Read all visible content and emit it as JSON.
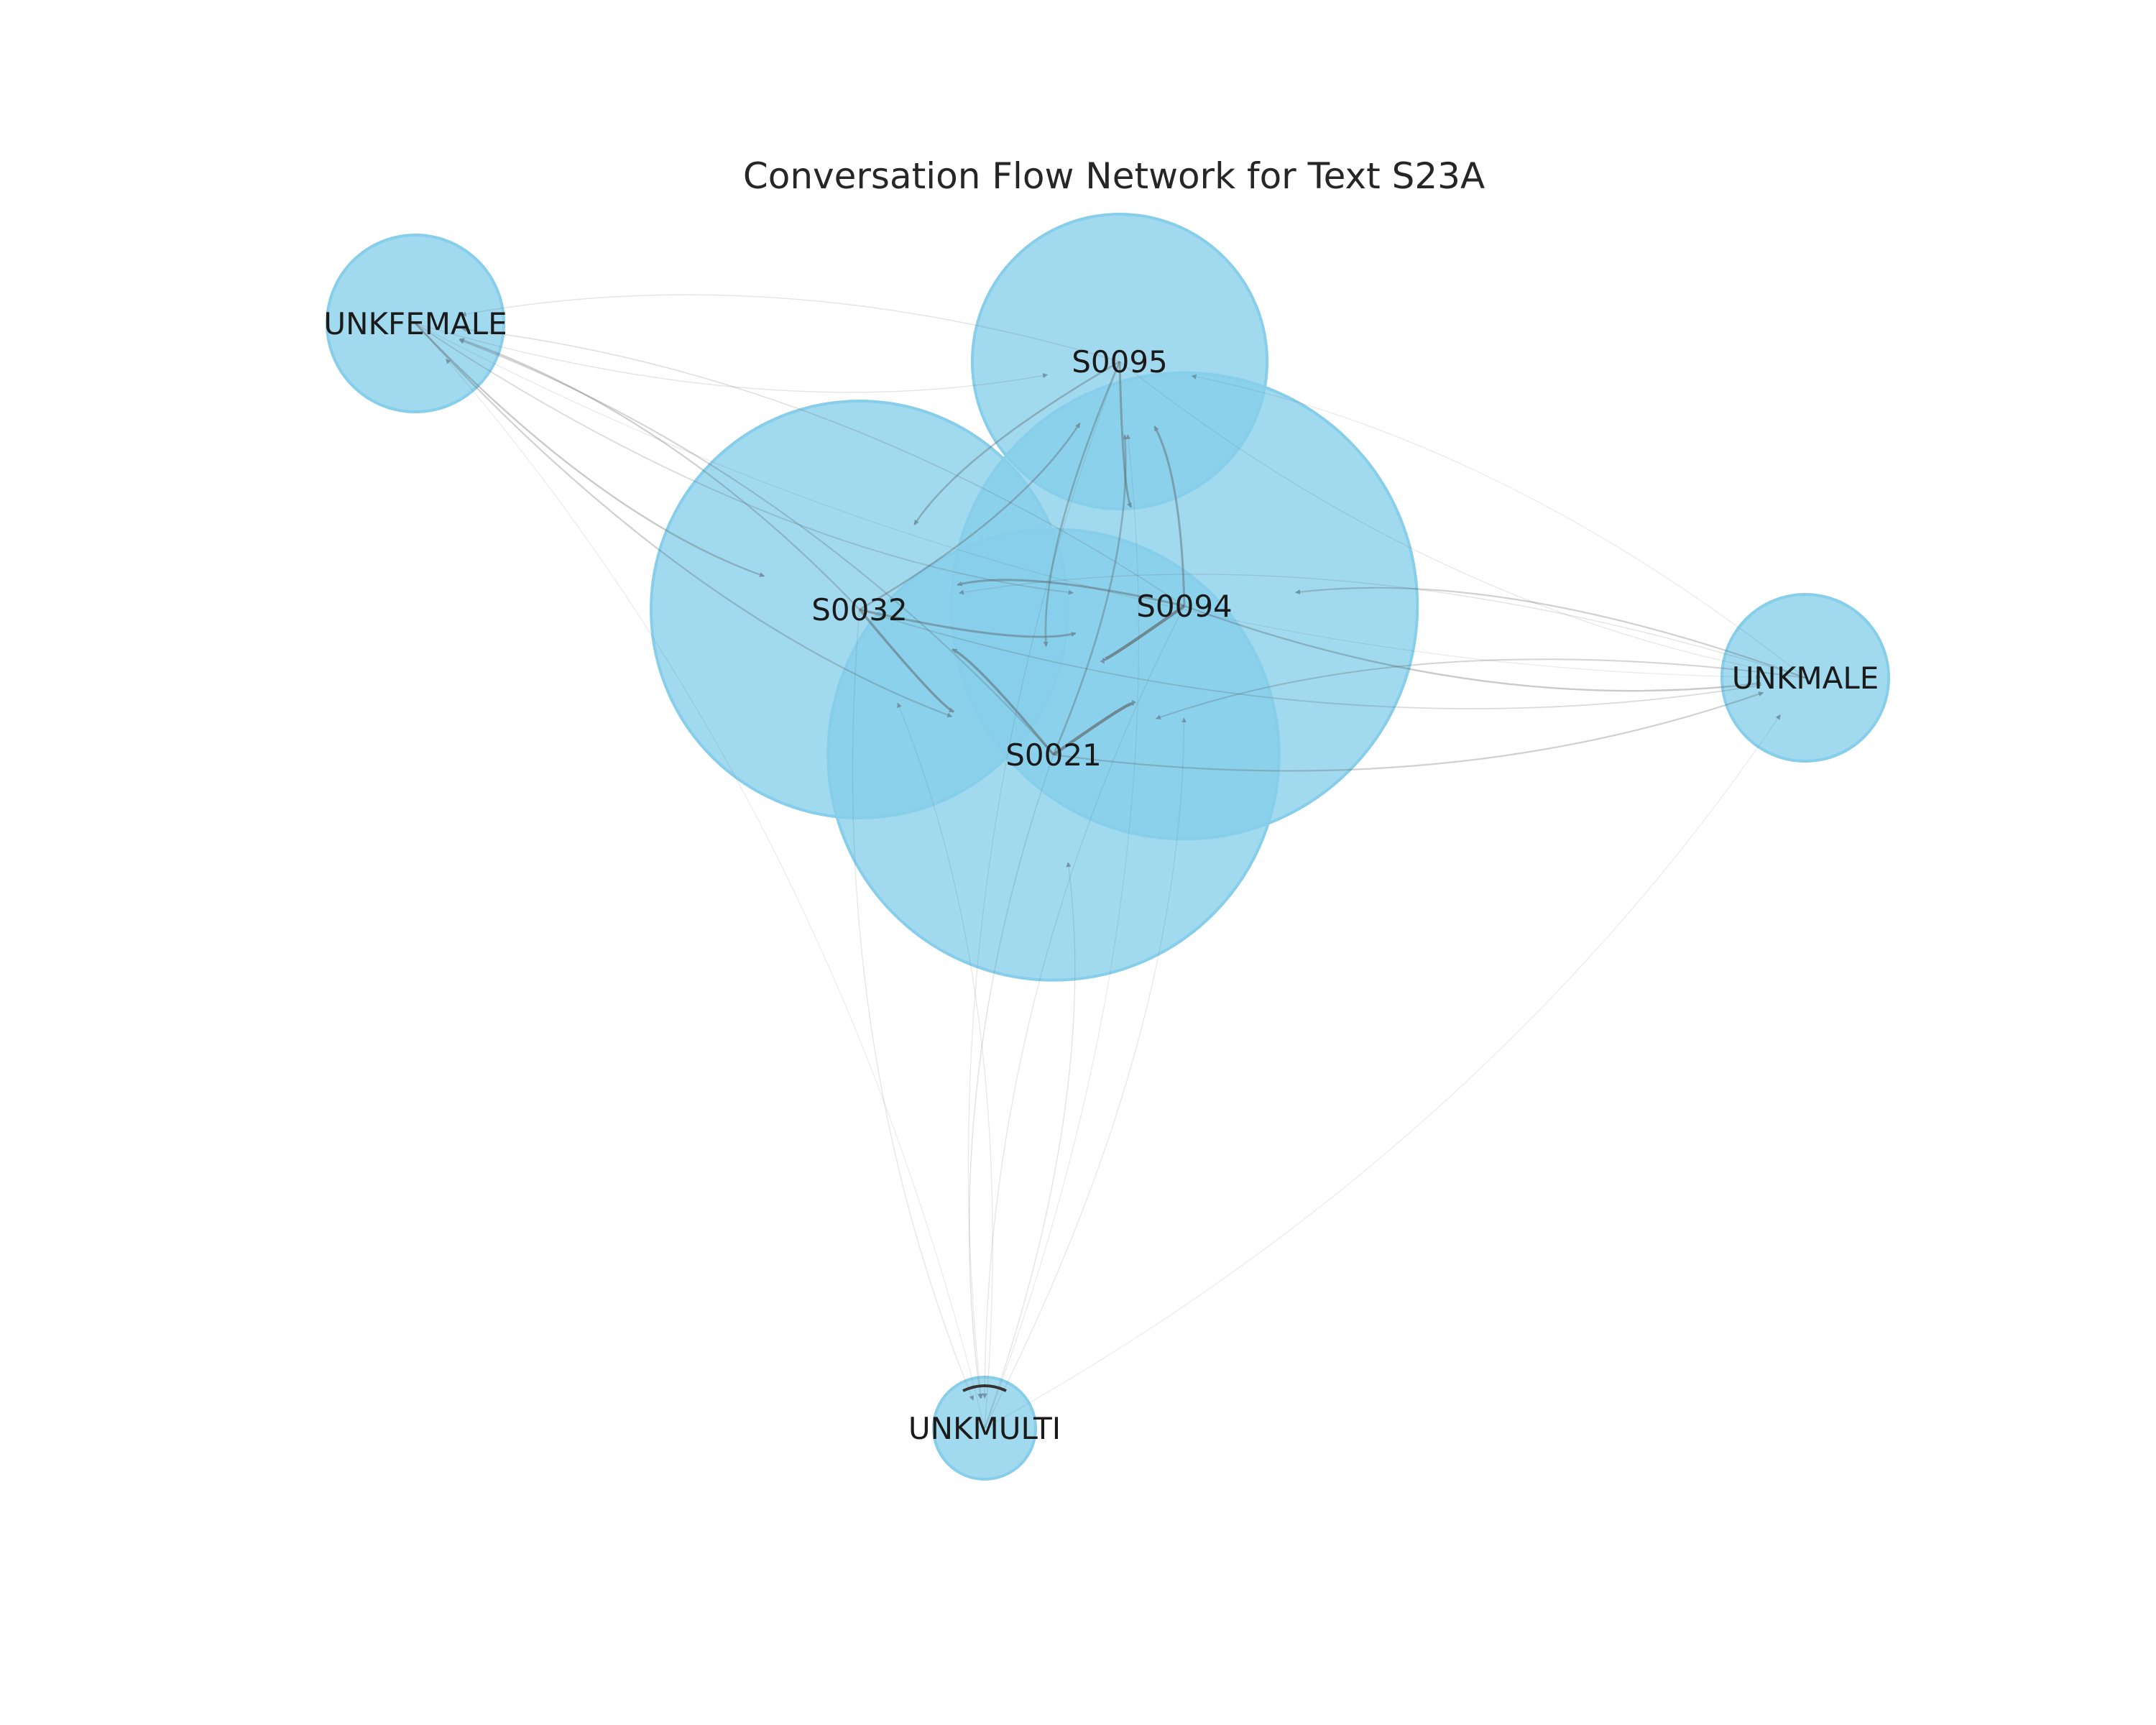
{
  "title": "Conversation Flow Network for Text S23A",
  "colors": {
    "node_fill": "#87CEEB",
    "node_stroke": "#87CEEB",
    "edge": "#555555",
    "arrow": "#6e8fa0",
    "title": "#262626"
  },
  "nodes": [
    {
      "id": "UNKFEMALE",
      "label": "UNKFEMALE",
      "relative_size": 0.18
    },
    {
      "id": "S0095",
      "label": "S0095",
      "relative_size": 0.5
    },
    {
      "id": "S0032",
      "label": "S0032",
      "relative_size": 1.0
    },
    {
      "id": "S0094",
      "label": "S0094",
      "relative_size": 1.25
    },
    {
      "id": "S0021",
      "label": "S0021",
      "relative_size": 1.17
    },
    {
      "id": "UNKMALE",
      "label": "UNKMALE",
      "relative_size": 0.16
    },
    {
      "id": "UNKMULTI",
      "label": "UNKMULTI",
      "relative_size": 0.06
    }
  ],
  "edges": [
    {
      "source": "S0032",
      "target": "S0094",
      "weight": 0.5
    },
    {
      "source": "S0094",
      "target": "S0032",
      "weight": 0.5
    },
    {
      "source": "S0032",
      "target": "S0021",
      "weight": 0.6
    },
    {
      "source": "S0021",
      "target": "S0032",
      "weight": 0.6
    },
    {
      "source": "S0094",
      "target": "S0021",
      "weight": 0.8
    },
    {
      "source": "S0021",
      "target": "S0094",
      "weight": 0.8
    },
    {
      "source": "S0095",
      "target": "S0094",
      "weight": 0.5
    },
    {
      "source": "S0094",
      "target": "S0095",
      "weight": 0.5
    },
    {
      "source": "S0095",
      "target": "S0032",
      "weight": 0.4
    },
    {
      "source": "S0032",
      "target": "S0095",
      "weight": 0.4
    },
    {
      "source": "S0095",
      "target": "S0021",
      "weight": 0.4
    },
    {
      "source": "S0021",
      "target": "S0095",
      "weight": 0.4
    },
    {
      "source": "UNKFEMALE",
      "target": "S0032",
      "weight": 0.35
    },
    {
      "source": "S0032",
      "target": "UNKFEMALE",
      "weight": 0.3
    },
    {
      "source": "UNKFEMALE",
      "target": "S0021",
      "weight": 0.3
    },
    {
      "source": "S0021",
      "target": "UNKFEMALE",
      "weight": 0.25
    },
    {
      "source": "UNKFEMALE",
      "target": "S0094",
      "weight": 0.2
    },
    {
      "source": "S0094",
      "target": "UNKFEMALE",
      "weight": 0.15
    },
    {
      "source": "UNKFEMALE",
      "target": "S0095",
      "weight": 0.1
    },
    {
      "source": "S0095",
      "target": "UNKFEMALE",
      "weight": 0.1
    },
    {
      "source": "UNKFEMALE",
      "target": "UNKMALE",
      "weight": 0.05
    },
    {
      "source": "S0094",
      "target": "UNKMALE",
      "weight": 0.35
    },
    {
      "source": "UNKMALE",
      "target": "S0094",
      "weight": 0.3
    },
    {
      "source": "S0021",
      "target": "UNKMALE",
      "weight": 0.3
    },
    {
      "source": "UNKMALE",
      "target": "S0021",
      "weight": 0.25
    },
    {
      "source": "S0032",
      "target": "UNKMALE",
      "weight": 0.2
    },
    {
      "source": "UNKMALE",
      "target": "S0032",
      "weight": 0.1
    },
    {
      "source": "S0095",
      "target": "UNKMALE",
      "weight": 0.06
    },
    {
      "source": "UNKMALE",
      "target": "S0095",
      "weight": 0.05
    },
    {
      "source": "S0021",
      "target": "UNKMULTI",
      "weight": 0.12
    },
    {
      "source": "UNKMULTI",
      "target": "S0021",
      "weight": 0.1
    },
    {
      "source": "S0032",
      "target": "UNKMULTI",
      "weight": 0.08
    },
    {
      "source": "UNKMULTI",
      "target": "S0032",
      "weight": 0.06
    },
    {
      "source": "S0094",
      "target": "UNKMULTI",
      "weight": 0.08
    },
    {
      "source": "UNKMULTI",
      "target": "S0094",
      "weight": 0.06
    },
    {
      "source": "S0095",
      "target": "UNKMULTI",
      "weight": 0.06
    },
    {
      "source": "UNKMULTI",
      "target": "S0095",
      "weight": 0.05
    },
    {
      "source": "UNKMULTI",
      "target": "UNKMALE",
      "weight": 0.04
    },
    {
      "source": "UNKMULTI",
      "target": "UNKFEMALE",
      "weight": 0.03
    }
  ]
}
